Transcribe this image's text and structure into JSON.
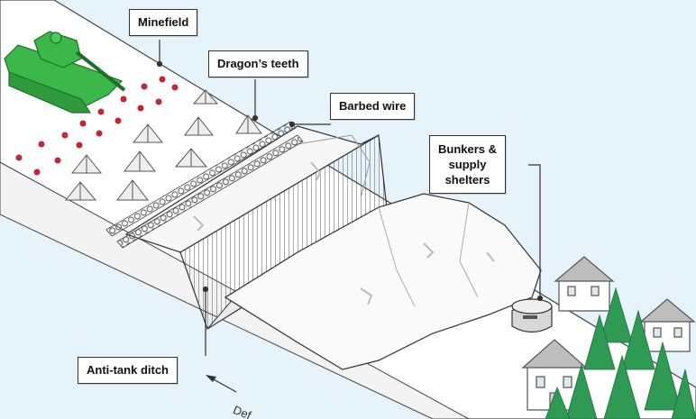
{
  "labels": {
    "minefield": "Minefield",
    "dragons_teeth": "Dragon’s teeth",
    "barbed_wire": "Barbed wire",
    "bunkers": [
      "Bunkers &",
      "supply",
      "shelters"
    ],
    "anti_tank_ditch": "Anti-tank ditch",
    "road_partial": "Def"
  },
  "colors": {
    "sky": "#e7f3fb",
    "ground": "#ffffff",
    "outline": "#333333",
    "tank": "#3cb84a",
    "mine_red": "#c0283a",
    "tree_green": "#2e9a54",
    "snow_shadow": "#d9e0e4"
  },
  "icons": [
    "tank-icon",
    "mine-icon",
    "dragons-tooth-icon",
    "barbed-wire-icon",
    "bunker-icon",
    "house-icon",
    "tree-icon",
    "arrow-icon"
  ]
}
